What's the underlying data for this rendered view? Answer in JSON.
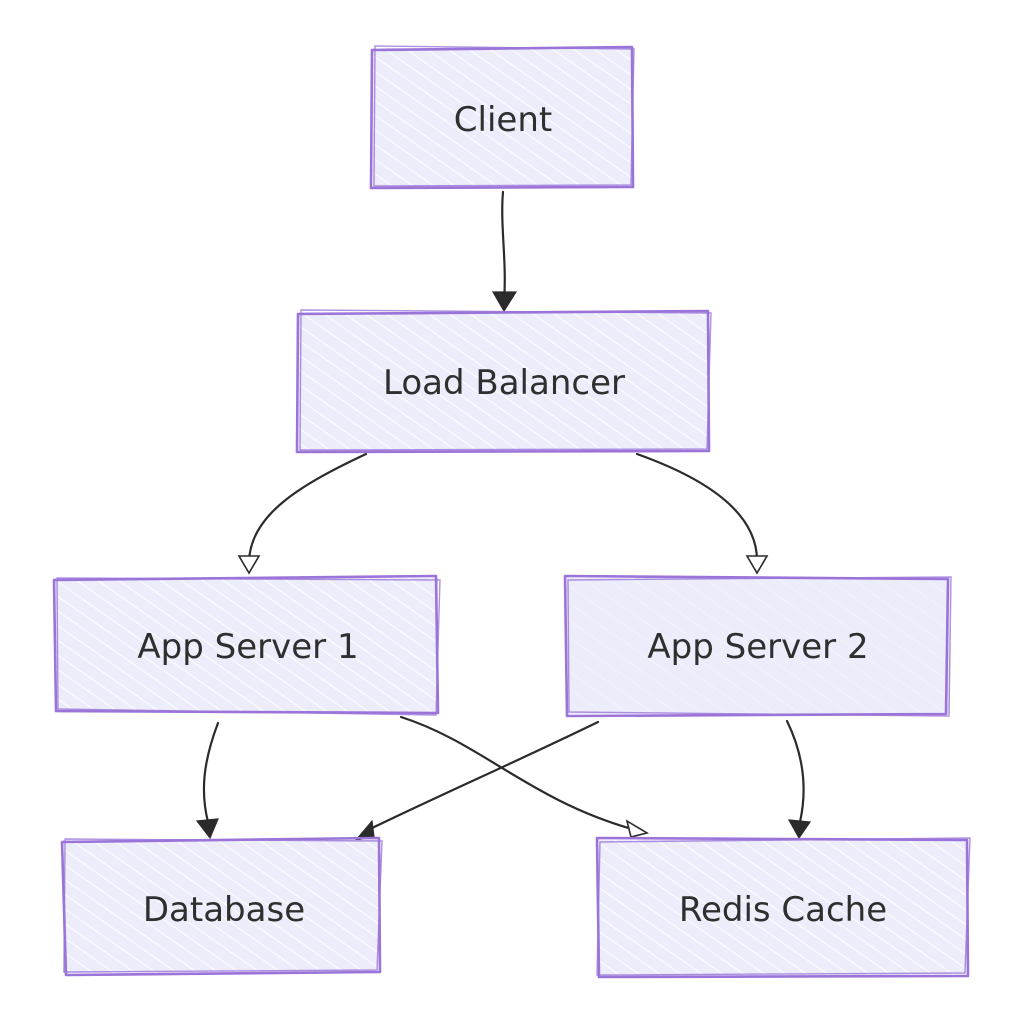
{
  "diagram": {
    "colors": {
      "node_fill": "#ececfb",
      "node_hatch": "#ffffff",
      "node_border": "#9a74d8",
      "edge": "#2b2b2b",
      "text": "#2f2f2f"
    },
    "nodes": {
      "client": {
        "label": "Client"
      },
      "load_balancer": {
        "label": "Load Balancer"
      },
      "app_server_1": {
        "label": "App Server 1"
      },
      "app_server_2": {
        "label": "App Server 2"
      },
      "database": {
        "label": "Database"
      },
      "redis_cache": {
        "label": "Redis Cache"
      }
    },
    "edges": [
      {
        "from": "Client",
        "to": "Load Balancer"
      },
      {
        "from": "Load Balancer",
        "to": "App Server 1"
      },
      {
        "from": "Load Balancer",
        "to": "App Server 2"
      },
      {
        "from": "App Server 1",
        "to": "Database"
      },
      {
        "from": "App Server 1",
        "to": "Redis Cache"
      },
      {
        "from": "App Server 2",
        "to": "Database"
      },
      {
        "from": "App Server 2",
        "to": "Redis Cache"
      }
    ]
  }
}
